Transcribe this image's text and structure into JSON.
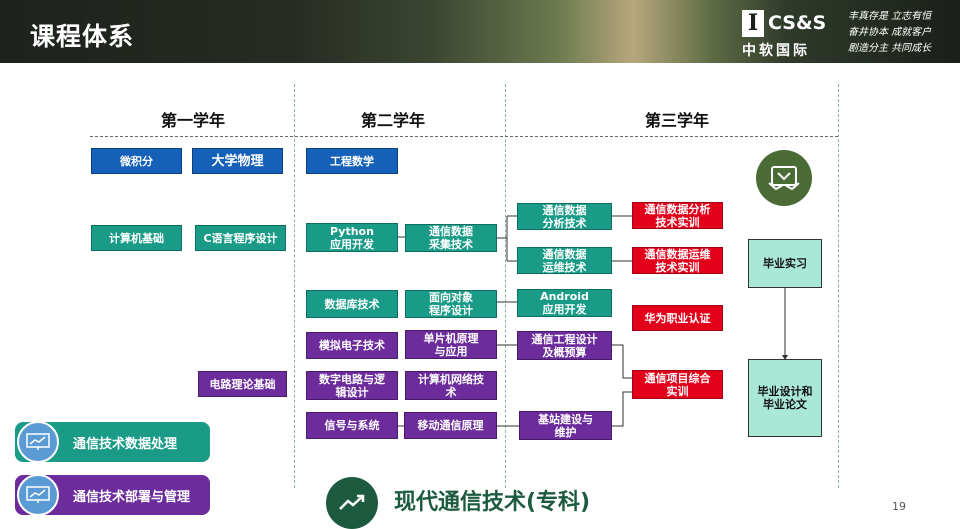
{
  "header": {
    "title": "课程体系",
    "logo_en": "CS&S",
    "logo_mark": "I",
    "logo_cn": "中软国际",
    "slogans": [
      "丰真存是  立志有恒",
      "奋井协本  成就客户",
      "剧造分主  共同成长"
    ]
  },
  "years": [
    "第一学年",
    "第二学年",
    "第三学年"
  ],
  "courses": {
    "calculus": "微积分",
    "physics": "大学物理",
    "eng_math": "工程数学",
    "comp_basics": "计算机基础",
    "c_lang": "C语言程序设计",
    "python": "Python\n应用开发",
    "data_collect": "通信数据\n采集技术",
    "data_analysis": "通信数据\n分析技术",
    "data_ops": "通信数据\n运维技术",
    "analysis_lab": "通信数据分析\n技术实训",
    "ops_lab": "通信数据运维\n技术实训",
    "database": "数据库技术",
    "oop": "面向对象\n程序设计",
    "android": "Android\n应用开发",
    "huawei_cert": "华为职业认证",
    "analog": "模拟电子技术",
    "mcu": "单片机原理\n与应用",
    "comm_design": "通信工程设计\n及概预算",
    "circuit_theory": "电路理论基础",
    "digital": "数字电路与逻\n辑设计",
    "network": "计算机网络技\n术",
    "project_lab": "通信项目综合\n实训",
    "signals": "信号与系统",
    "mobile": "移动通信原理",
    "base_station": "基站建设与\n维护",
    "internship": "毕业实习",
    "thesis": "毕业设计和\n毕业论文"
  },
  "legend": [
    {
      "label": "通信技术数据处理",
      "color": "#1a9b87",
      "icon": "chart-icon"
    },
    {
      "label": "通信技术部署与管理",
      "color": "#6d2c9c",
      "icon": "chart-icon"
    }
  ],
  "footer": {
    "title": "现代通信技术(专科)",
    "page": "19"
  },
  "colors": {
    "blue": "#1560b8",
    "green": "#1a9b87",
    "purple": "#6d2c9c",
    "red": "#e3001b",
    "mint": "#a9e8d6",
    "dark_green": "#1d5b41"
  }
}
